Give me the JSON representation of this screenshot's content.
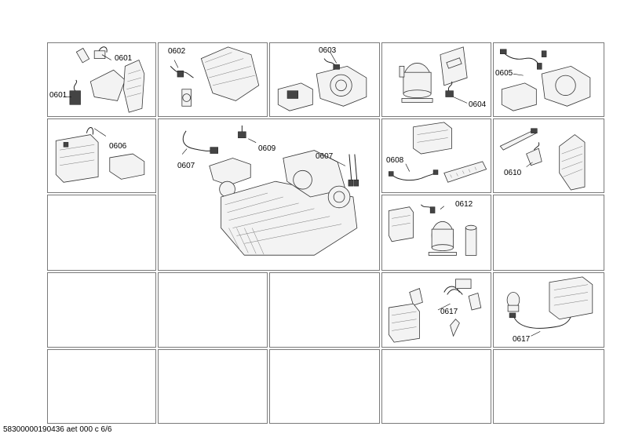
{
  "labels": {
    "c1_a": "0601",
    "c1_b": "0601",
    "c2": "0602",
    "c3": "0603",
    "c4": "0604",
    "c5": "0605",
    "c6": "0606",
    "c7_a": "0607",
    "c7_b": "0609",
    "c7_c": "0607",
    "c8": "0608",
    "c9": "0610",
    "c10": "0612",
    "c11": "0617",
    "c12": "0617"
  },
  "footer": "58300000190436 aet 000 c 6/6"
}
